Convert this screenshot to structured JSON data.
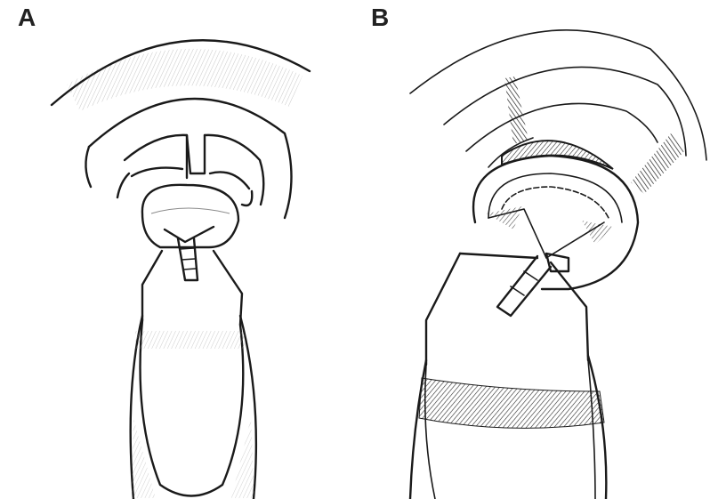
{
  "figure": {
    "panels": [
      {
        "label": "A",
        "shading": "light",
        "style": "pencil"
      },
      {
        "label": "B",
        "shading": "dark",
        "style": "crosshatch"
      }
    ]
  },
  "colors": {
    "ink": "#1a1a1a",
    "shade": "#9a9a9a",
    "background": "#ffffff"
  }
}
